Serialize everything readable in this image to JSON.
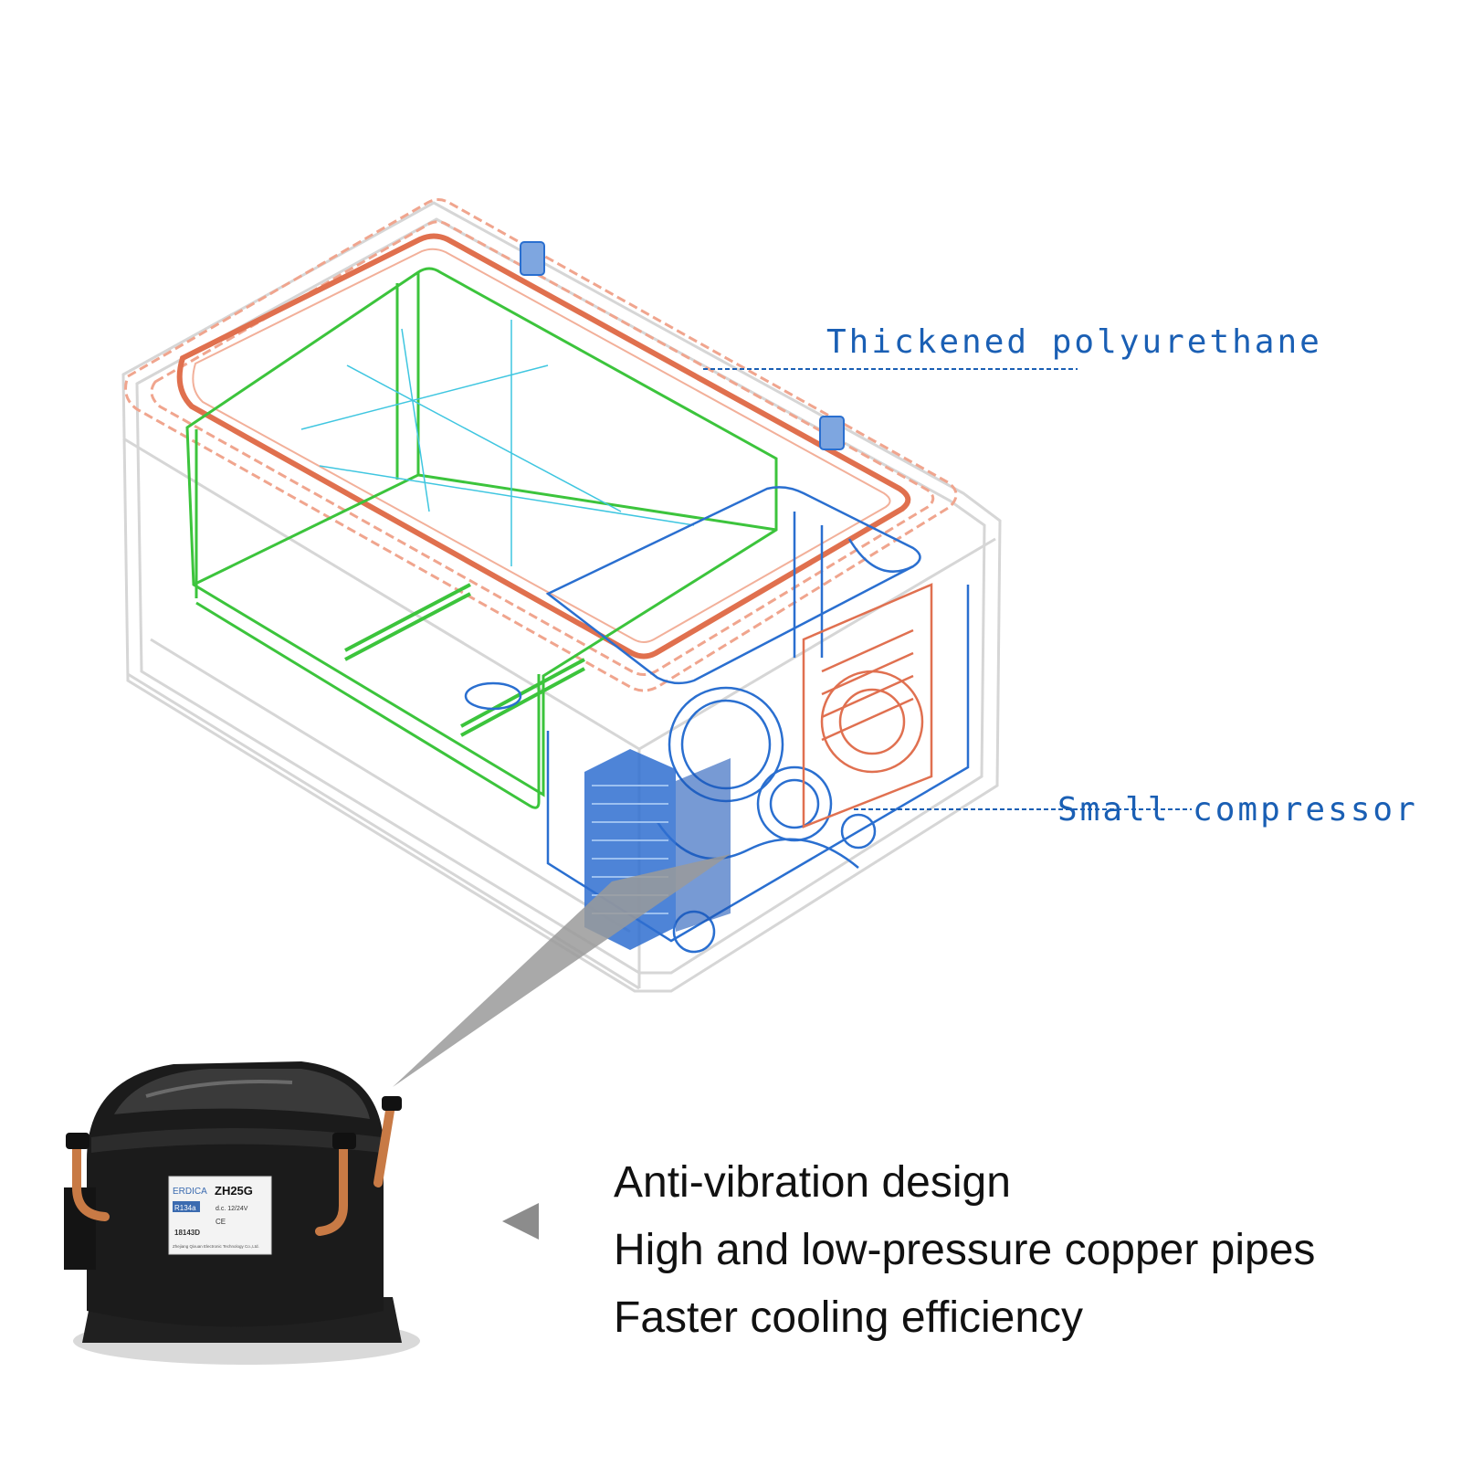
{
  "callouts": {
    "polyurethane": "Thickened polyurethane",
    "compressor": "Small compressor"
  },
  "features": [
    "Anti-vibration design",
    "High and low-pressure copper pipes",
    "Faster cooling efficiency"
  ],
  "compressor_label": {
    "brand": "ERDICA",
    "model": "ZH25G",
    "refrigerant": "R134a",
    "voltage": "d.c. 12/24V",
    "serial": "18143D",
    "cert": "CE",
    "maker": "Zhejiang Qixuan Electronic Technology Co.,Ltd."
  },
  "colors": {
    "shell_outline": "#d8d8d8",
    "lid_seal": "#e07050",
    "inner_liner": "#3cc43c",
    "cooling_lines": "#2a6fd0",
    "callout_text": "#1a5fb4",
    "compressor_body": "#1a1a1a",
    "copper": "#c87a45",
    "arrow": "#9a9a9a"
  }
}
